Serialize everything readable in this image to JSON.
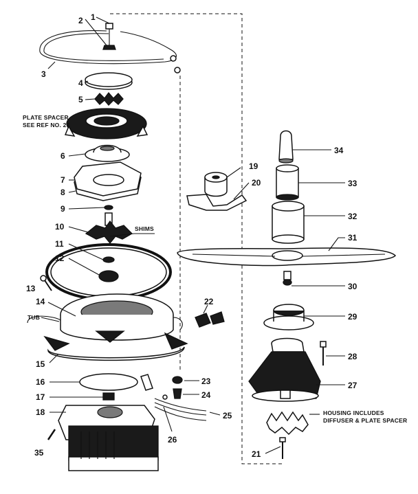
{
  "callouts": [
    {
      "id": "1",
      "text": "1"
    },
    {
      "id": "2",
      "text": "2"
    },
    {
      "id": "3",
      "text": "3"
    },
    {
      "id": "4",
      "text": "4"
    },
    {
      "id": "5",
      "text": "5"
    },
    {
      "id": "6",
      "text": "6"
    },
    {
      "id": "7",
      "text": "7"
    },
    {
      "id": "8",
      "text": "8"
    },
    {
      "id": "9",
      "text": "9"
    },
    {
      "id": "10",
      "text": "10"
    },
    {
      "id": "11",
      "text": "11"
    },
    {
      "id": "12",
      "text": "12"
    },
    {
      "id": "13",
      "text": "13"
    },
    {
      "id": "14",
      "text": "14"
    },
    {
      "id": "15",
      "text": "15"
    },
    {
      "id": "16",
      "text": "16"
    },
    {
      "id": "17",
      "text": "17"
    },
    {
      "id": "18",
      "text": "18"
    },
    {
      "id": "19",
      "text": "19"
    },
    {
      "id": "20",
      "text": "20"
    },
    {
      "id": "21",
      "text": "21"
    },
    {
      "id": "22",
      "text": "22"
    },
    {
      "id": "23",
      "text": "23"
    },
    {
      "id": "24",
      "text": "24"
    },
    {
      "id": "25",
      "text": "25"
    },
    {
      "id": "26",
      "text": "26"
    },
    {
      "id": "27",
      "text": "27"
    },
    {
      "id": "28",
      "text": "28"
    },
    {
      "id": "29",
      "text": "29"
    },
    {
      "id": "30",
      "text": "30"
    },
    {
      "id": "31",
      "text": "31"
    },
    {
      "id": "32",
      "text": "32"
    },
    {
      "id": "33",
      "text": "33"
    },
    {
      "id": "34",
      "text": "34"
    },
    {
      "id": "35",
      "text": "35"
    }
  ],
  "notes": {
    "plate_spacer_line1": "PLATE SPACER",
    "plate_spacer_line2": "SEE REF NO. 27",
    "shims": "SHIMS",
    "tub": "TUB",
    "housing_line1": "HOUSING INCLUDES",
    "housing_line2": "DIFFUSER & PLATE SPACER"
  }
}
